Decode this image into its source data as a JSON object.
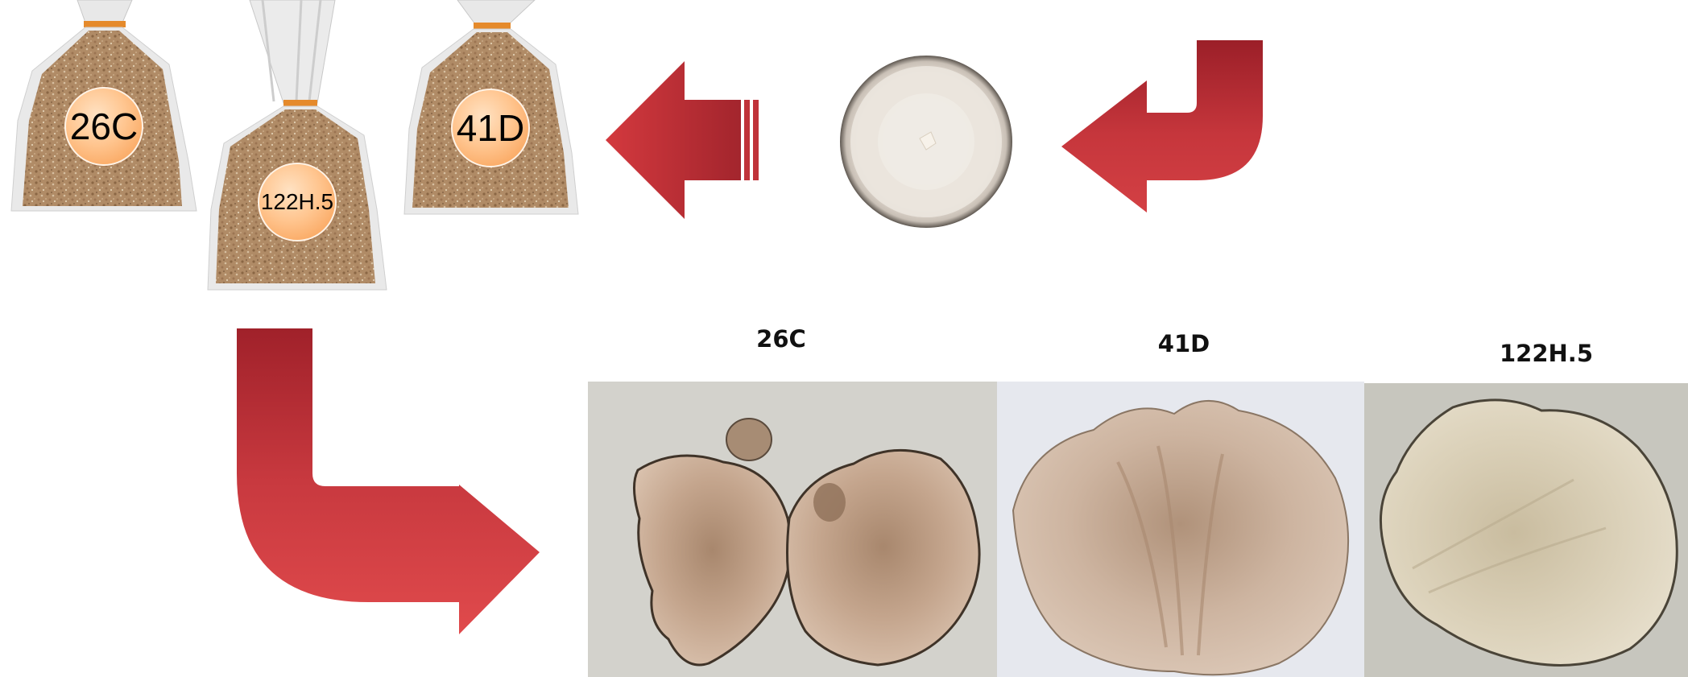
{
  "bags": [
    {
      "label": "26C"
    },
    {
      "label": "122H.5"
    },
    {
      "label": "41D"
    }
  ],
  "petri_dish": {
    "label": ""
  },
  "results": [
    {
      "title": "26C"
    },
    {
      "title": "41D"
    },
    {
      "title": "122H.5"
    }
  ],
  "colors": {
    "arrow_red": "#c0333a",
    "arrow_dark": "#8e1a22",
    "bag_substrate": "#b48e6a",
    "label_orange": "#ffc58f"
  }
}
